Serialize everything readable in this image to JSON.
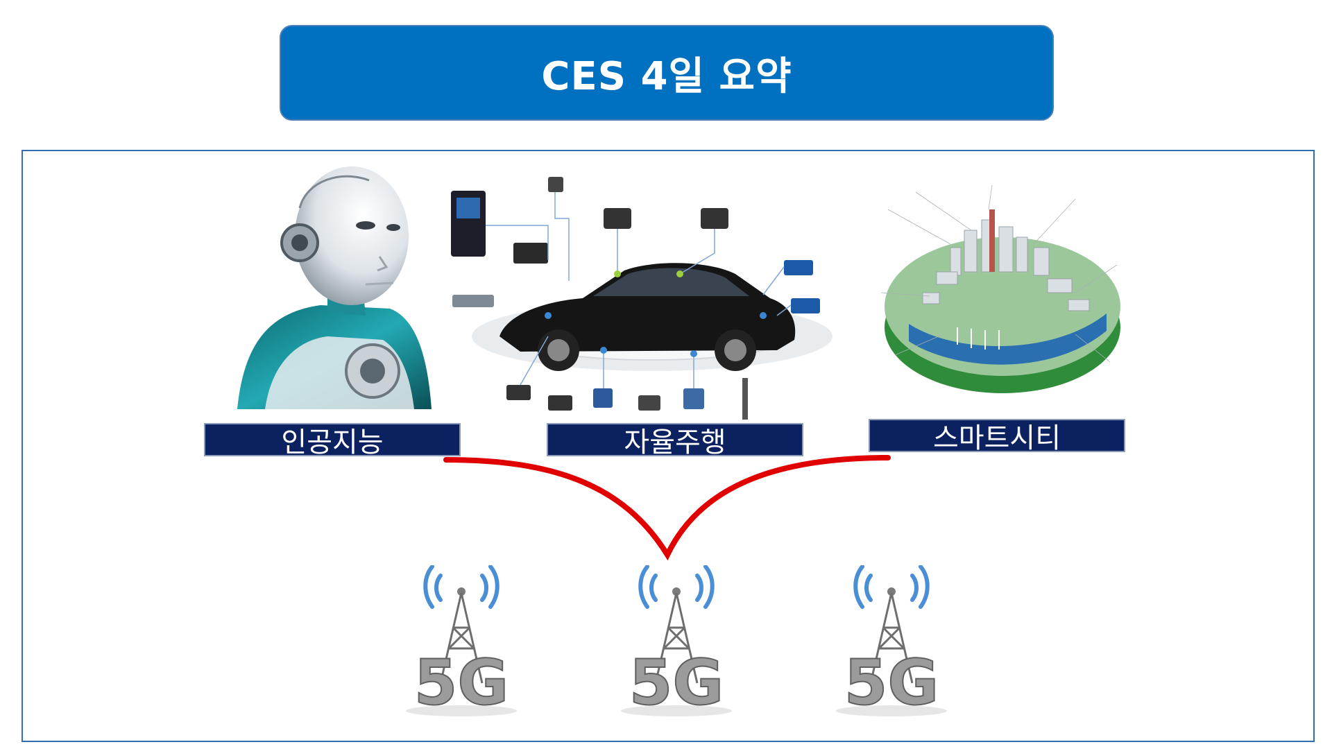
{
  "title": "CES 4일 요약",
  "labels": {
    "ai": "인공지능",
    "autonomous": "자율주행",
    "smart_city": "스마트시티"
  },
  "tower_text": "5G",
  "colors": {
    "title_bg": "#0070c0",
    "label_bg": "#0c2160",
    "connector": "#e00000",
    "panel_border": "#2f6fb0"
  }
}
